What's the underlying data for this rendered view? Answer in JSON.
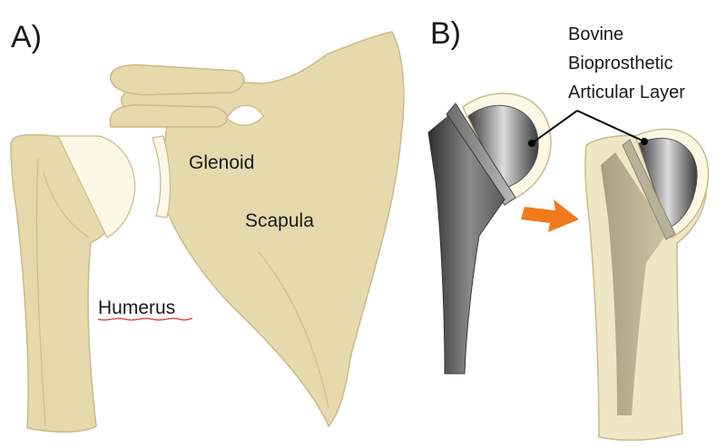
{
  "panels": {
    "a": {
      "letter": "A)",
      "labels": {
        "glenoid": "Glenoid",
        "scapula": "Scapula",
        "humerus": "Humerus"
      }
    },
    "b": {
      "letter": "B)",
      "callout": [
        "Bovine",
        "Bioprosthetic",
        "Articular Layer"
      ]
    }
  },
  "colors": {
    "bone": "#e6d9ac",
    "bone_outline": "#c9bb8b",
    "cartilage": "#fbf8e6",
    "metal_dark": "#4a4a4a",
    "metal_light": "#9c9c9c",
    "arrow": "#f07a1c",
    "text": "#1a1a1a"
  }
}
